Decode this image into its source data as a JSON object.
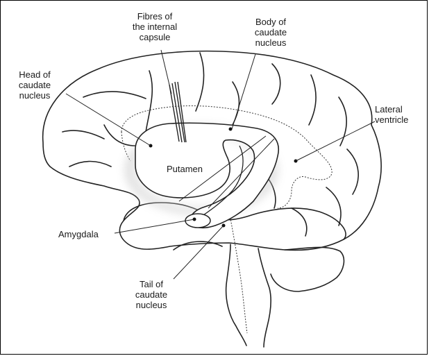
{
  "labels": {
    "fibres": "Fibres of\nthe internal\ncapsule",
    "body_caudate": "Body of\ncaudate\nnucleus",
    "head_caudate": "Head of\ncaudate\nnucleus",
    "lateral_ventricle": "Lateral\nventricle",
    "putamen": "Putamen",
    "amygdala": "Amygdala",
    "tail_caudate": "Tail of\ncaudate\nnucleus"
  }
}
